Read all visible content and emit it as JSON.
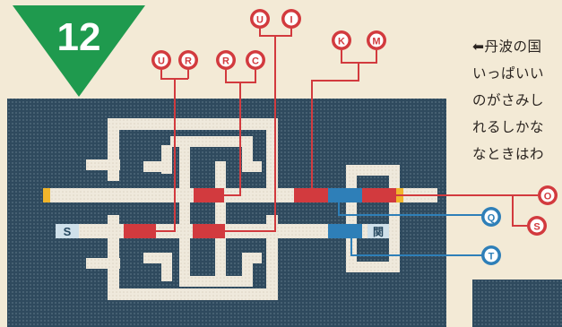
{
  "level": {
    "number": "12",
    "badge_color": "#1f9a4e"
  },
  "map": {
    "start_label": "S",
    "gate_label": "関",
    "floor_color": "#2f4a5e",
    "path_color": "#f1ece2"
  },
  "top_markers": [
    {
      "letter": "U",
      "color": "red"
    },
    {
      "letter": "R",
      "color": "red"
    },
    {
      "letter": "R",
      "color": "red"
    },
    {
      "letter": "C",
      "color": "red"
    },
    {
      "letter": "U",
      "color": "red"
    },
    {
      "letter": "I",
      "color": "red"
    },
    {
      "letter": "K",
      "color": "red"
    },
    {
      "letter": "M",
      "color": "red"
    }
  ],
  "side_markers": [
    {
      "letter": "O",
      "color": "red"
    },
    {
      "letter": "S",
      "color": "red"
    },
    {
      "letter": "Q",
      "color": "blue"
    },
    {
      "letter": "T",
      "color": "blue"
    }
  ],
  "colors": {
    "red": "#d23a3e",
    "blue": "#2e7fb8",
    "yellow": "#f1b52b"
  },
  "description_lines": [
    "⬅丹波の国",
    "いっぱいい",
    "のがさみし",
    "れるしかな",
    "なときはわ"
  ]
}
